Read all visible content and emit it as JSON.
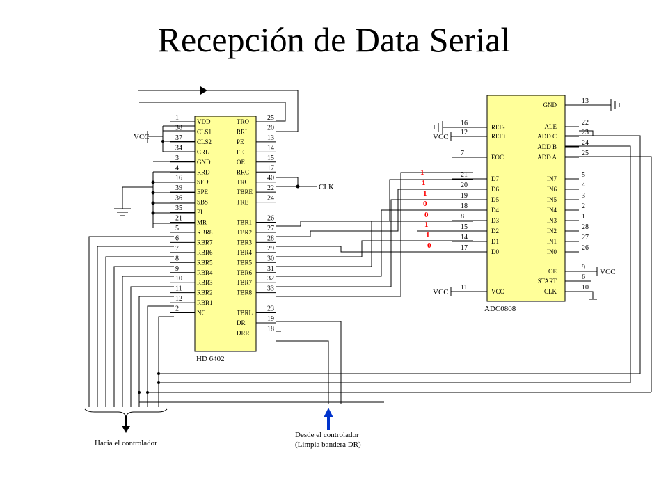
{
  "title": "Recepción de Data Serial",
  "chips": {
    "uart": {
      "name": "HD 6402",
      "left_pins": [
        {
          "num": "1",
          "sig": "VDD"
        },
        {
          "num": "38",
          "sig": "CLS1"
        },
        {
          "num": "37",
          "sig": "CLS2"
        },
        {
          "num": "34",
          "sig": "CRL"
        },
        {
          "num": "3",
          "sig": "GND"
        },
        {
          "num": "4",
          "sig": "RRD"
        },
        {
          "num": "16",
          "sig": "SFD"
        },
        {
          "num": "39",
          "sig": "EPE"
        },
        {
          "num": "36",
          "sig": "SBS"
        },
        {
          "num": "35",
          "sig": "PI"
        },
        {
          "num": "21",
          "sig": "MR"
        },
        {
          "num": "5",
          "sig": "RBR8"
        },
        {
          "num": "6",
          "sig": "RBR7"
        },
        {
          "num": "7",
          "sig": "RBR6"
        },
        {
          "num": "8",
          "sig": "RBR5"
        },
        {
          "num": "9",
          "sig": "RBR4"
        },
        {
          "num": "10",
          "sig": "RBR3"
        },
        {
          "num": "11",
          "sig": "RBR2"
        },
        {
          "num": "12",
          "sig": "RBR1"
        },
        {
          "num": "2",
          "sig": "NC"
        }
      ],
      "right_pins": [
        {
          "num": "25",
          "sig": "TRO"
        },
        {
          "num": "20",
          "sig": "RRI"
        },
        {
          "num": "13",
          "sig": "PE"
        },
        {
          "num": "14",
          "sig": "FE"
        },
        {
          "num": "15",
          "sig": "OE"
        },
        {
          "num": "17",
          "sig": "RRC"
        },
        {
          "num": "40",
          "sig": "TRC"
        },
        {
          "num": "22",
          "sig": "TBRE"
        },
        {
          "num": "24",
          "sig": "TRE"
        },
        {
          "num": "",
          "sig": ""
        },
        {
          "num": "26",
          "sig": "TBR1"
        },
        {
          "num": "27",
          "sig": "TBR2"
        },
        {
          "num": "28",
          "sig": "TBR3"
        },
        {
          "num": "29",
          "sig": "TBR4"
        },
        {
          "num": "30",
          "sig": "TBR5"
        },
        {
          "num": "31",
          "sig": "TBR6"
        },
        {
          "num": "32",
          "sig": "TBR7"
        },
        {
          "num": "33",
          "sig": "TBR8"
        },
        {
          "num": "",
          "sig": ""
        },
        {
          "num": "23",
          "sig": "TBRL"
        },
        {
          "num": "19",
          "sig": "DR"
        },
        {
          "num": "18",
          "sig": "DRR"
        }
      ]
    },
    "adc": {
      "name": "ADC0808",
      "left_pins": [
        {
          "num": "16",
          "sig": "REF-"
        },
        {
          "num": "12",
          "sig": "REF+"
        },
        {
          "num": "7",
          "sig": "EOC"
        },
        {
          "num": "21",
          "sig": "D7"
        },
        {
          "num": "20",
          "sig": "D6"
        },
        {
          "num": "19",
          "sig": "D5"
        },
        {
          "num": "18",
          "sig": "D4"
        },
        {
          "num": "8",
          "sig": "D3"
        },
        {
          "num": "15",
          "sig": "D2"
        },
        {
          "num": "14",
          "sig": "D1"
        },
        {
          "num": "17",
          "sig": "D0"
        },
        {
          "num": "11",
          "sig": "VCC"
        }
      ],
      "right_pins": [
        {
          "num": "13",
          "sig": "GND"
        },
        {
          "num": "22",
          "sig": "ALE"
        },
        {
          "num": "23",
          "sig": "ADD C"
        },
        {
          "num": "24",
          "sig": "ADD B"
        },
        {
          "num": "25",
          "sig": "ADD A"
        },
        {
          "num": "5",
          "sig": "IN7"
        },
        {
          "num": "4",
          "sig": "IN6"
        },
        {
          "num": "3",
          "sig": "IN5"
        },
        {
          "num": "2",
          "sig": "IN4"
        },
        {
          "num": "1",
          "sig": "IN3"
        },
        {
          "num": "28",
          "sig": "IN2"
        },
        {
          "num": "27",
          "sig": "IN1"
        },
        {
          "num": "26",
          "sig": "IN0"
        },
        {
          "num": "9",
          "sig": "OE"
        },
        {
          "num": "6",
          "sig": "START"
        },
        {
          "num": "10",
          "sig": "CLK"
        }
      ]
    }
  },
  "labels": {
    "vcc_uart": "VCC",
    "vcc_adc_ref": "VCC",
    "vcc_adc": "VCC",
    "vcc_oe": "VCC",
    "clk": "CLK",
    "to_controller": "Hacia el controlador",
    "from_controller_line1": "Desde el controlador",
    "from_controller_line2": "(Limpia bandera DR)"
  },
  "data_bits": [
    "1",
    "1",
    "1",
    "0",
    "0",
    "1",
    "1",
    "0"
  ],
  "colors": {
    "chip_fill": "#ffff99",
    "bit_color": "#ff0000",
    "arrow_blue": "#0033cc"
  }
}
